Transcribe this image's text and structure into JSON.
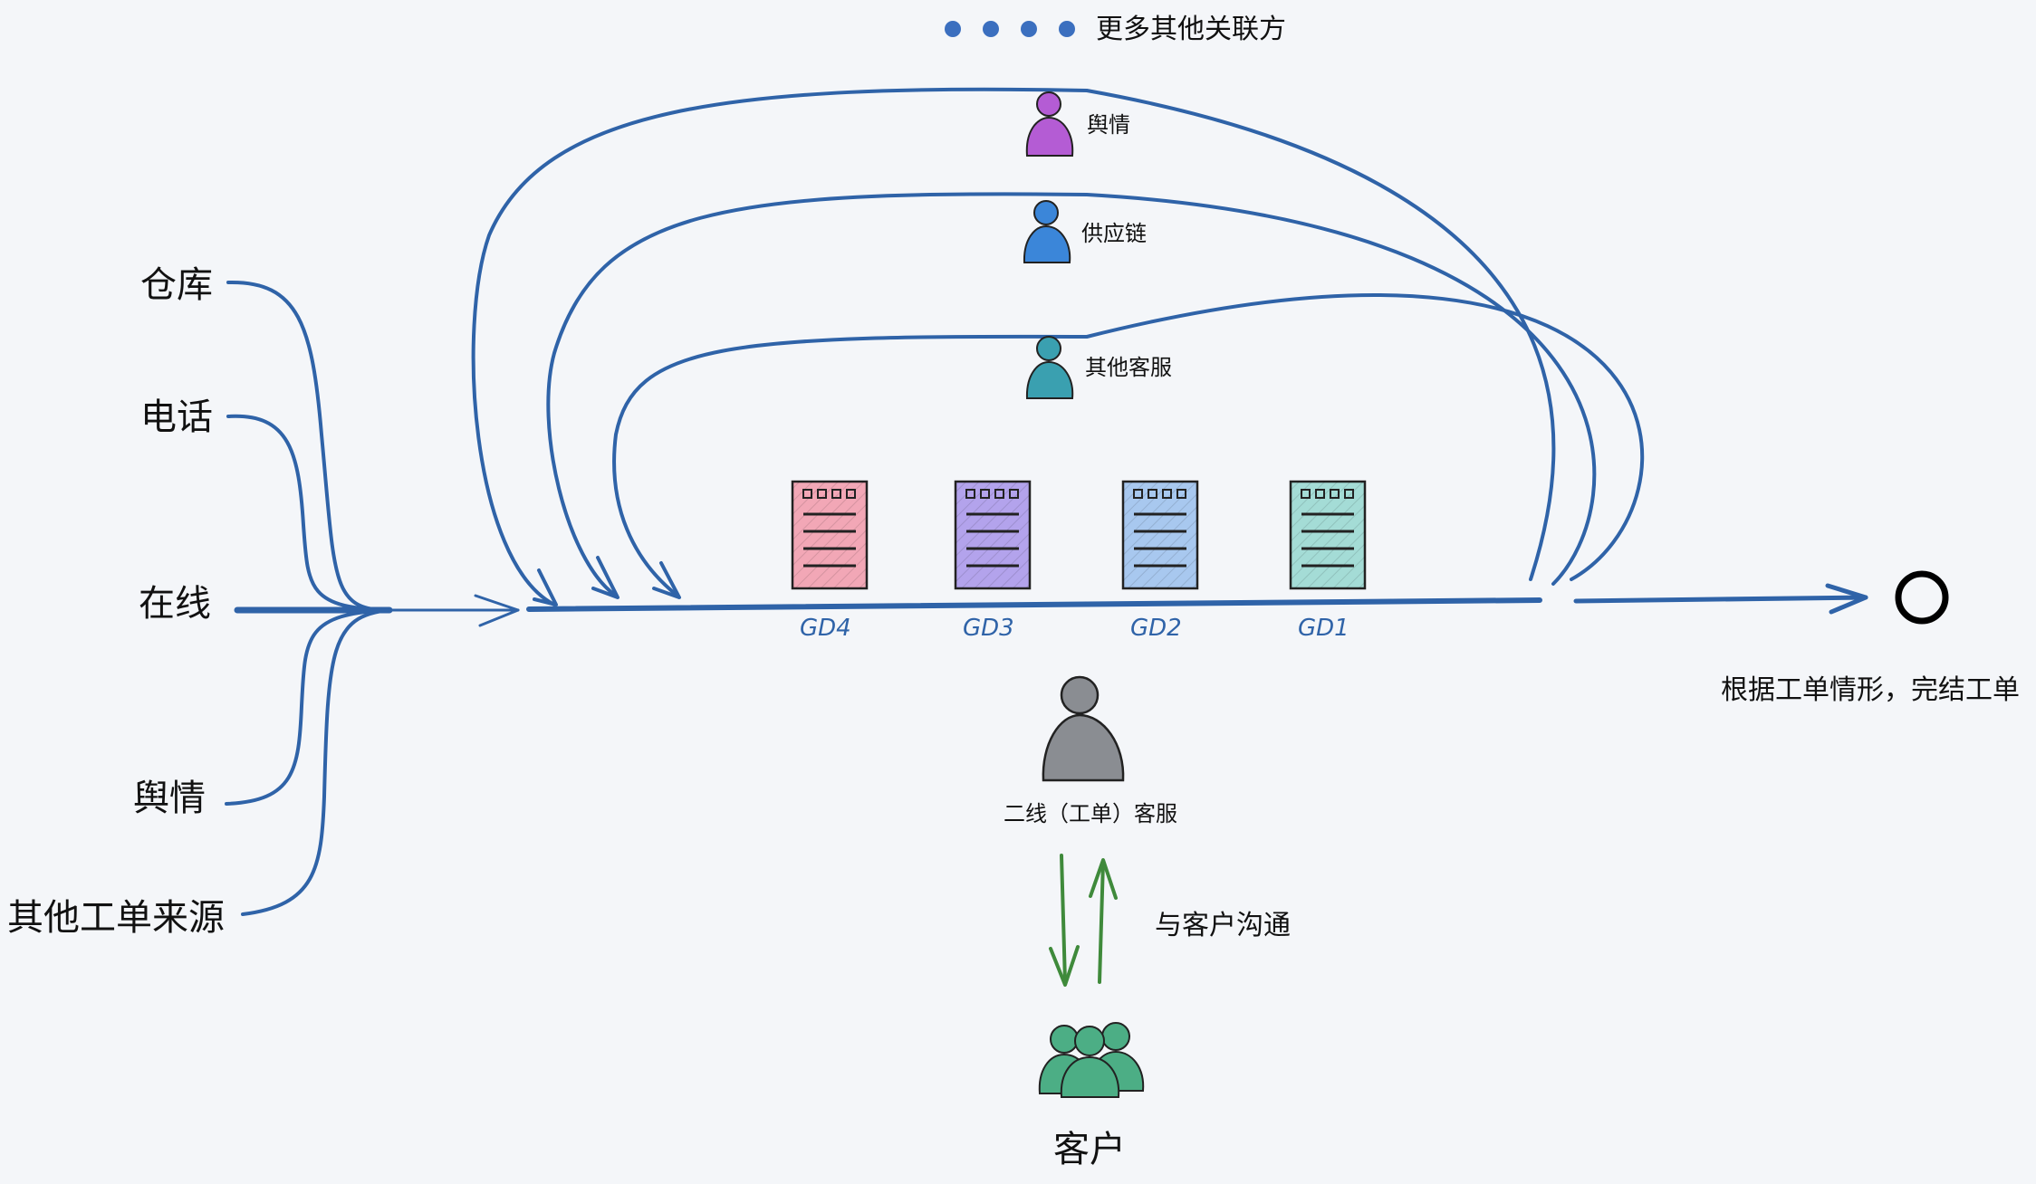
{
  "sources": [
    "仓库",
    "电话",
    "在线",
    "舆情",
    "其他工单来源"
  ],
  "more_parties": "更多其他关联方",
  "parties": [
    {
      "label": "舆情",
      "color": "#b45cd4"
    },
    {
      "label": "供应链",
      "color": "#3b86d9"
    },
    {
      "label": "其他客服",
      "color": "#3aa0b0"
    }
  ],
  "tickets": [
    {
      "label": "GD4",
      "color": "#f2a7b6"
    },
    {
      "label": "GD3",
      "color": "#b3a3ec"
    },
    {
      "label": "GD2",
      "color": "#a8c8ef"
    },
    {
      "label": "GD1",
      "color": "#a4dcd6"
    }
  ],
  "agent_label": "二线（工单）客服",
  "agent_color": "#8a8d92",
  "communicate_label": "与客户沟通",
  "customer_label": "客户",
  "customer_color": "#4cae85",
  "end_label": "根据工单情形，完结工单",
  "colors": {
    "line": "#2f63a8",
    "comm": "#3f8a3b"
  }
}
